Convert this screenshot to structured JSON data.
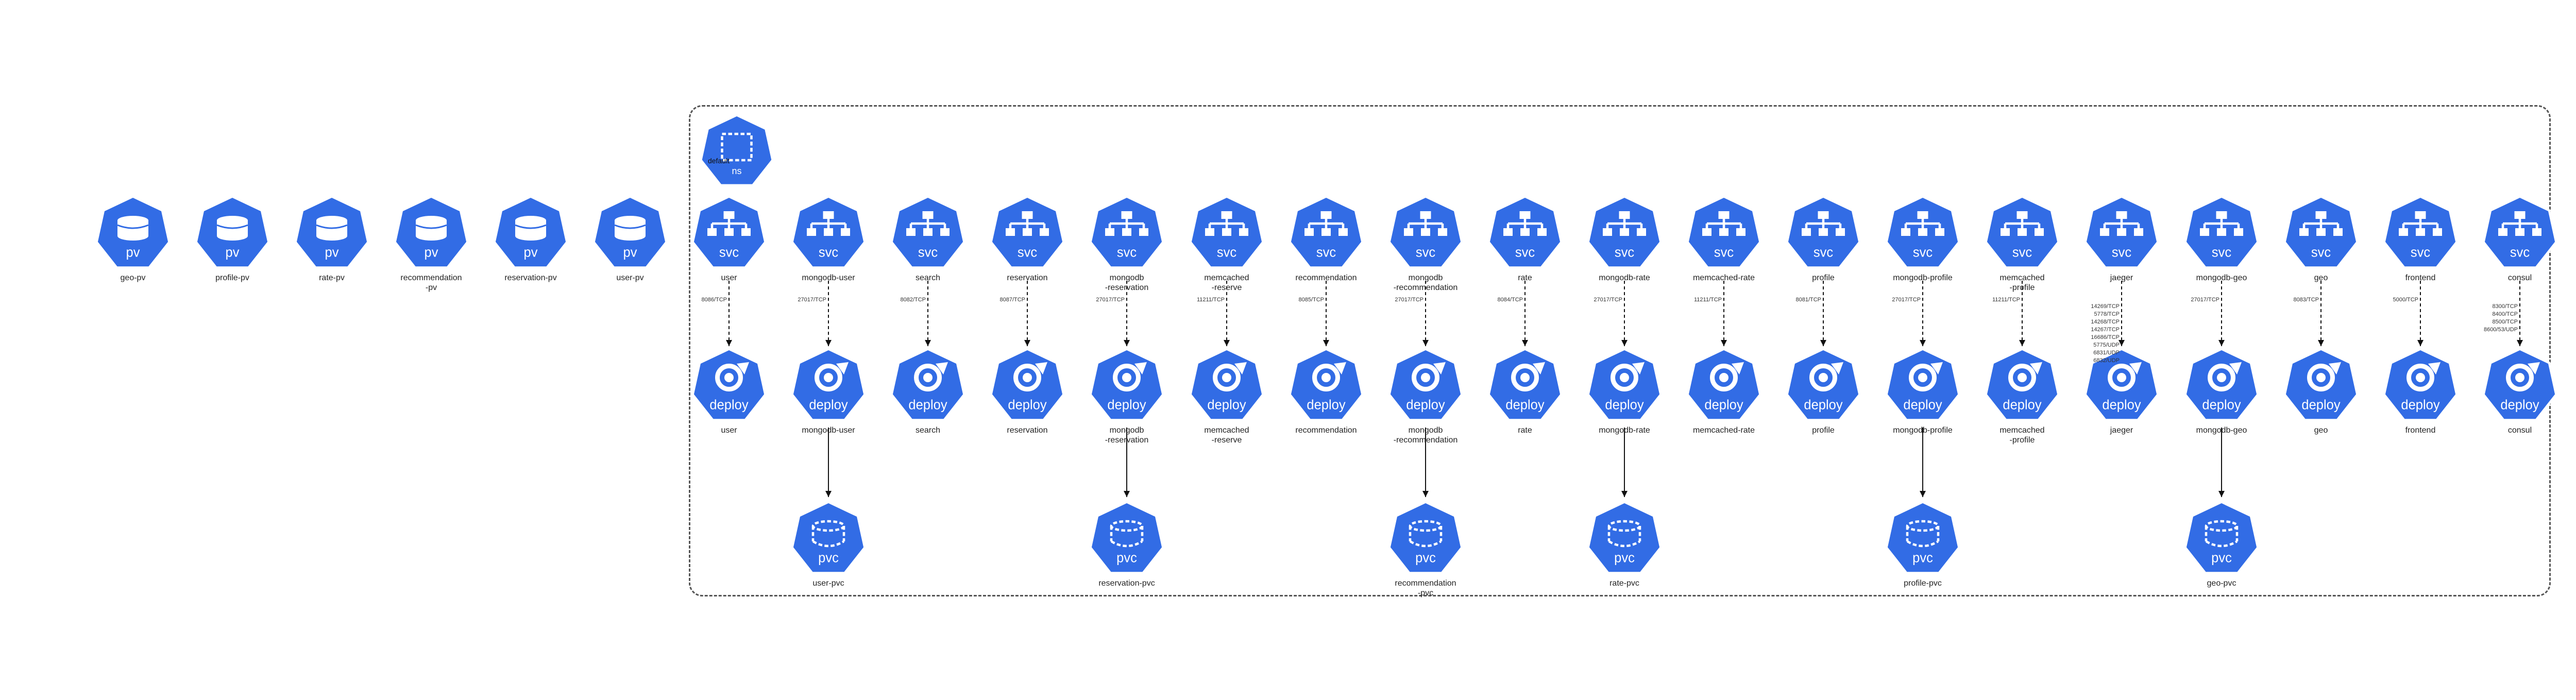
{
  "namespace": {
    "name": "default",
    "icon": "ns-icon"
  },
  "colors": {
    "primary": "#326ce5",
    "outline": "#ffffff",
    "edge": "#111111",
    "border": "#555555"
  },
  "pvs": [
    {
      "type": "pv",
      "label": "geo-pv"
    },
    {
      "type": "pv",
      "label": "profile-pv"
    },
    {
      "type": "pv",
      "label": "rate-pv"
    },
    {
      "type": "pv",
      "label": "recommendation\n-pv"
    },
    {
      "type": "pv",
      "label": "reservation-pv"
    },
    {
      "type": "pv",
      "label": "user-pv"
    }
  ],
  "columns": [
    {
      "svc": {
        "type": "svc",
        "label": "user"
      },
      "port": "8086/TCP",
      "deploy": {
        "type": "deploy",
        "label": "user"
      }
    },
    {
      "svc": {
        "type": "svc",
        "label": "mongodb-user"
      },
      "port": "27017/TCP",
      "deploy": {
        "type": "deploy",
        "label": "mongodb-user"
      },
      "pvc": {
        "type": "pvc",
        "label": "user-pvc"
      }
    },
    {
      "svc": {
        "type": "svc",
        "label": "search"
      },
      "port": "8082/TCP",
      "deploy": {
        "type": "deploy",
        "label": "search"
      }
    },
    {
      "svc": {
        "type": "svc",
        "label": "reservation"
      },
      "port": "8087/TCP",
      "deploy": {
        "type": "deploy",
        "label": "reservation"
      }
    },
    {
      "svc": {
        "type": "svc",
        "label": "mongodb\n-reservation"
      },
      "port": "27017/TCP",
      "deploy": {
        "type": "deploy",
        "label": "mongodb\n-reservation"
      },
      "pvc": {
        "type": "pvc",
        "label": "reservation-pvc"
      }
    },
    {
      "svc": {
        "type": "svc",
        "label": "memcached\n-reserve"
      },
      "port": "11211/TCP",
      "deploy": {
        "type": "deploy",
        "label": "memcached\n-reserve"
      }
    },
    {
      "svc": {
        "type": "svc",
        "label": "recommendation"
      },
      "port": "8085/TCP",
      "deploy": {
        "type": "deploy",
        "label": "recommendation"
      }
    },
    {
      "svc": {
        "type": "svc",
        "label": "mongodb\n-recommendation"
      },
      "port": "27017/TCP",
      "deploy": {
        "type": "deploy",
        "label": "mongodb\n-recommendation"
      },
      "pvc": {
        "type": "pvc",
        "label": "recommendation\n-pvc"
      }
    },
    {
      "svc": {
        "type": "svc",
        "label": "rate"
      },
      "port": "8084/TCP",
      "deploy": {
        "type": "deploy",
        "label": "rate"
      }
    },
    {
      "svc": {
        "type": "svc",
        "label": "mongodb-rate"
      },
      "port": "27017/TCP",
      "deploy": {
        "type": "deploy",
        "label": "mongodb-rate"
      },
      "pvc": {
        "type": "pvc",
        "label": "rate-pvc"
      }
    },
    {
      "svc": {
        "type": "svc",
        "label": "memcached-rate"
      },
      "port": "11211/TCP",
      "deploy": {
        "type": "deploy",
        "label": "memcached-rate"
      }
    },
    {
      "svc": {
        "type": "svc",
        "label": "profile"
      },
      "port": "8081/TCP",
      "deploy": {
        "type": "deploy",
        "label": "profile"
      }
    },
    {
      "svc": {
        "type": "svc",
        "label": "mongodb-profile"
      },
      "port": "27017/TCP",
      "deploy": {
        "type": "deploy",
        "label": "mongodb-profile"
      },
      "pvc": {
        "type": "pvc",
        "label": "profile-pvc"
      }
    },
    {
      "svc": {
        "type": "svc",
        "label": "memcached\n-profile"
      },
      "port": "11211/TCP",
      "deploy": {
        "type": "deploy",
        "label": "memcached\n-profile"
      }
    },
    {
      "svc": {
        "type": "svc",
        "label": "jaeger"
      },
      "port": "14269/TCP\n5778/TCP\n14268/TCP\n14267/TCP\n16686/TCP\n5775/UDP\n6831/UDP\n6832/UDP",
      "deploy": {
        "type": "deploy",
        "label": "jaeger"
      }
    },
    {
      "svc": {
        "type": "svc",
        "label": "mongodb-geo"
      },
      "port": "27017/TCP",
      "deploy": {
        "type": "deploy",
        "label": "mongodb-geo"
      },
      "pvc": {
        "type": "pvc",
        "label": "geo-pvc"
      }
    },
    {
      "svc": {
        "type": "svc",
        "label": "geo"
      },
      "port": "8083/TCP",
      "deploy": {
        "type": "deploy",
        "label": "geo"
      }
    },
    {
      "svc": {
        "type": "svc",
        "label": "frontend"
      },
      "port": "5000/TCP",
      "deploy": {
        "type": "deploy",
        "label": "frontend"
      }
    },
    {
      "svc": {
        "type": "svc",
        "label": "consul"
      },
      "port": "8300/TCP\n8400/TCP\n8500/TCP\n8600/53/UDP",
      "deploy": {
        "type": "deploy",
        "label": "consul"
      }
    }
  ]
}
